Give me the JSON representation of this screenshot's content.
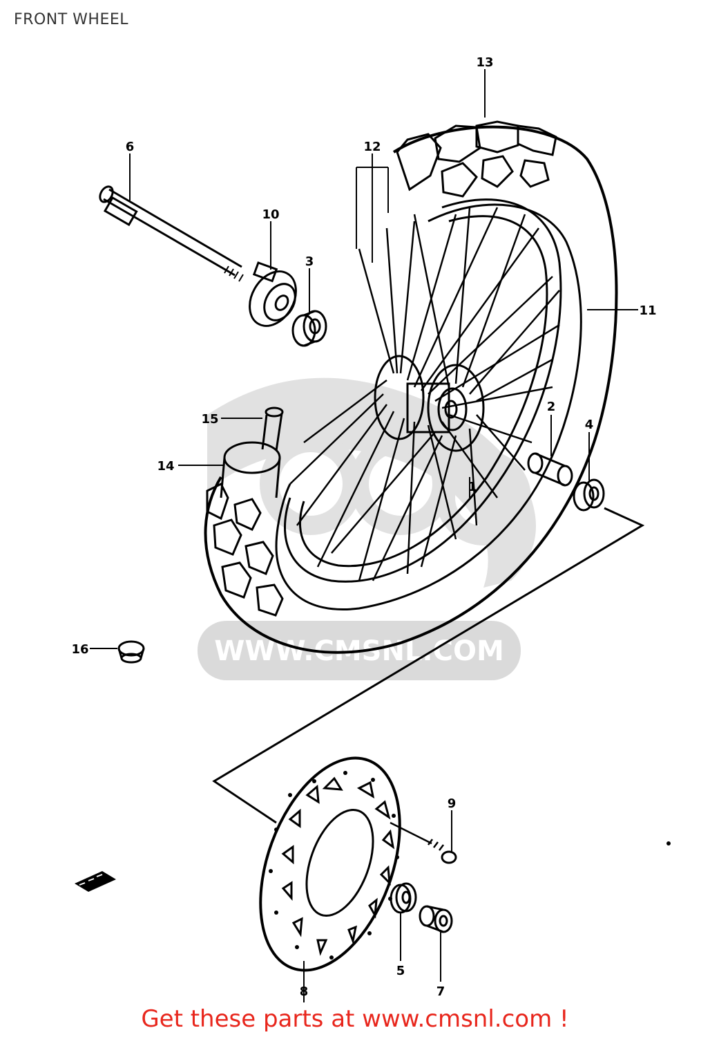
{
  "title": "FRONT WHEEL",
  "watermark": {
    "text": "WWW.CMSNL.COM",
    "logo": "CMS",
    "color": "#d0d0d0"
  },
  "callouts": [
    {
      "id": "1",
      "label": "1"
    },
    {
      "id": "2",
      "label": "2"
    },
    {
      "id": "3",
      "label": "3"
    },
    {
      "id": "4",
      "label": "4"
    },
    {
      "id": "5",
      "label": "5"
    },
    {
      "id": "6",
      "label": "6"
    },
    {
      "id": "7",
      "label": "7"
    },
    {
      "id": "8",
      "label": "8"
    },
    {
      "id": "9",
      "label": "9"
    },
    {
      "id": "10",
      "label": "10"
    },
    {
      "id": "11",
      "label": "11"
    },
    {
      "id": "12",
      "label": "12"
    },
    {
      "id": "13",
      "label": "13"
    },
    {
      "id": "14",
      "label": "14"
    },
    {
      "id": "15",
      "label": "15"
    },
    {
      "id": "16",
      "label": "16"
    }
  ],
  "footer": {
    "text": "Get these parts at www.cmsnl.com !",
    "color": "#e8261c"
  }
}
